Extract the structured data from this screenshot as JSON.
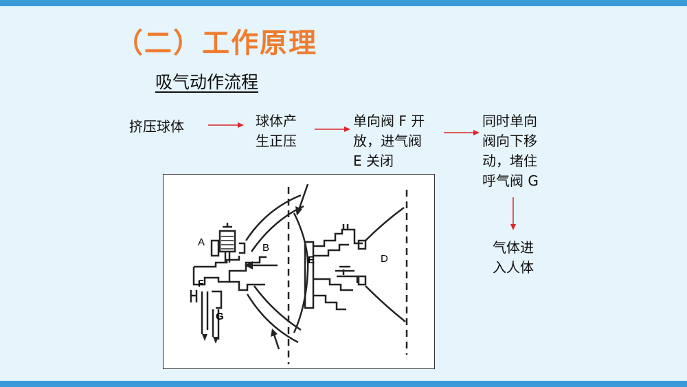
{
  "title": "（二）工作原理",
  "subtitle": "吸气动作流程",
  "flow": {
    "steps": [
      "挤压球体",
      "球体产\n生正压",
      "单向阀 F 开\n放，进气阀\nE 关闭",
      "同时单向\n阀向下移\n动，堵住\n呼气阀 G",
      "气体进\n入人体"
    ]
  },
  "figure": {
    "labels": {
      "a": "A",
      "b": "B",
      "d": "D",
      "e": "E",
      "f": "F",
      "g": "G"
    }
  },
  "colors": {
    "accent_bar": "#3b9ad9",
    "title": "#ee7d31",
    "arrow": "#d9262b"
  }
}
